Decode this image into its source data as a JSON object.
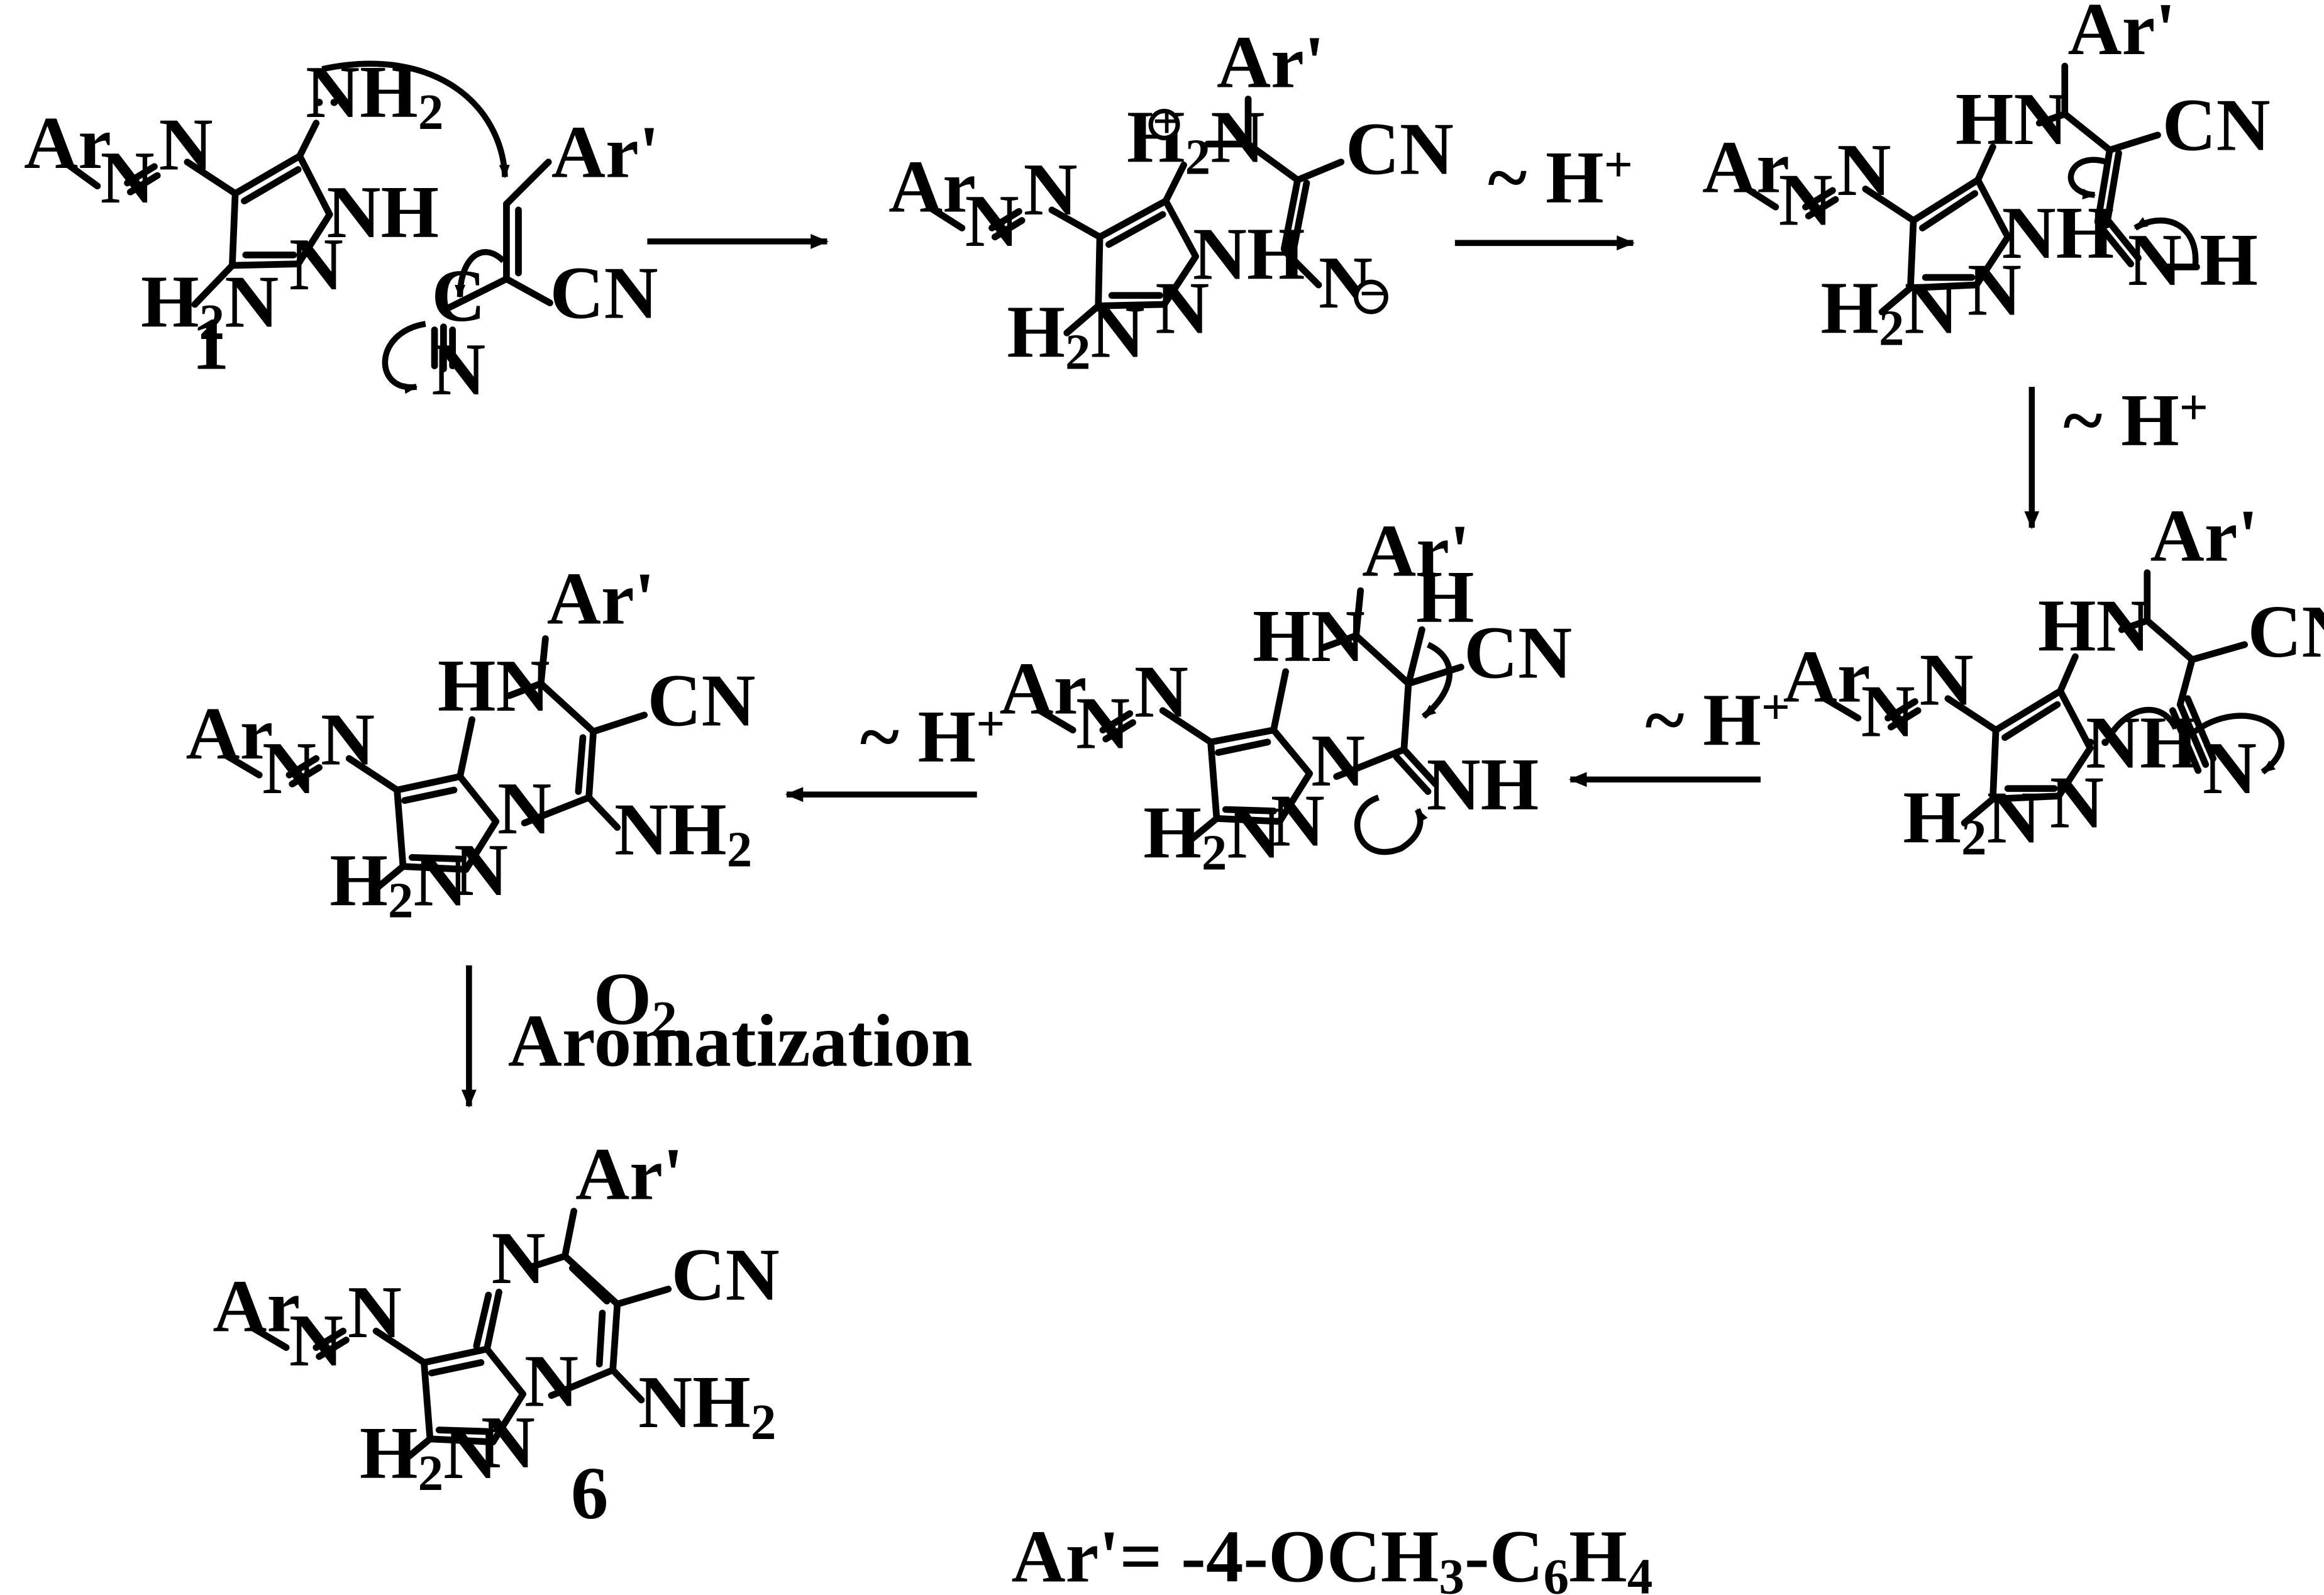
{
  "labels": {
    "Ar": "Ar",
    "ArP": "Ar'",
    "N": "N",
    "NH": "NH",
    "HN": "HN",
    "NH2": "NH",
    "H2": "H",
    "two": "2",
    "CN": "CN",
    "C": "C",
    "H": "H",
    "plus": "+",
    "minus": "−",
    "lonepair": "··"
  },
  "compound_labels": {
    "start": "1",
    "product": "6"
  },
  "conditions": {
    "proton_shift": "~ H",
    "proton_sup": "+",
    "oxidant": "O",
    "oxidant_sub": "2",
    "aromatization": "Aromatization"
  },
  "footnote": {
    "prefix": "Ar'= -4-OCH",
    "sub1": "3",
    "mid": "-C",
    "sub2": "6",
    "mid2": "H",
    "sub3": "4"
  }
}
